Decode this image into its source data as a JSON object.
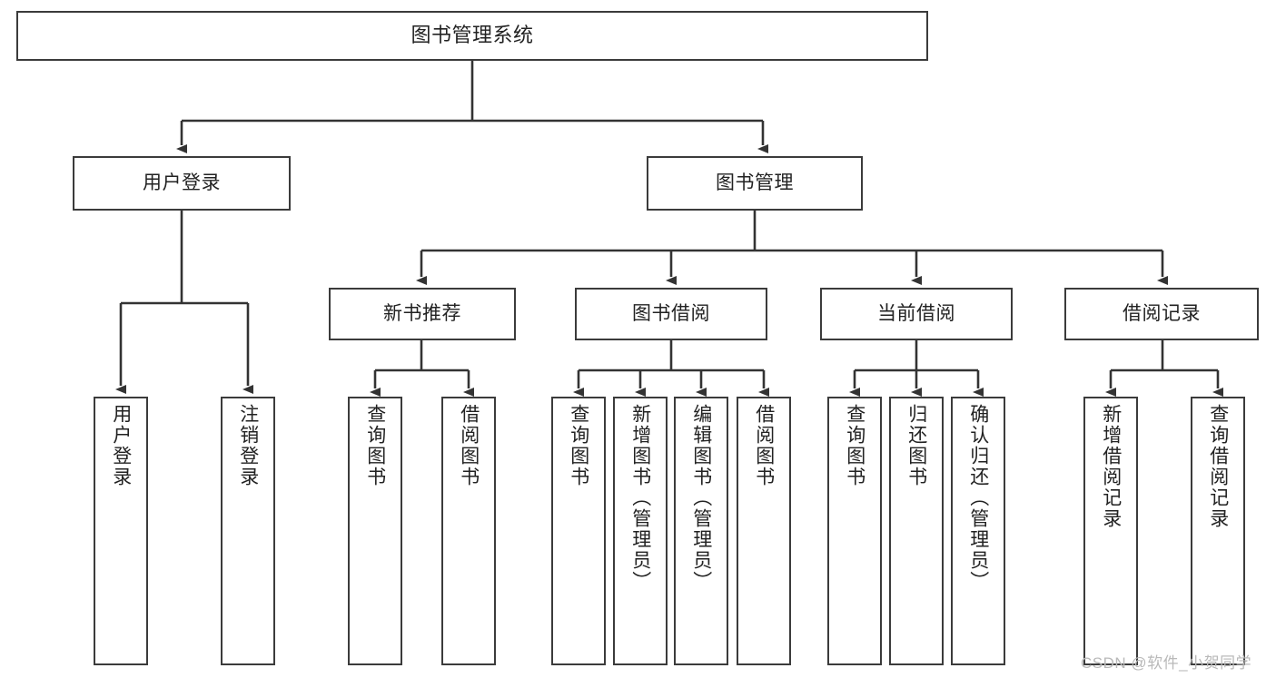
{
  "diagram": {
    "type": "tree-hierarchy-chart",
    "title": "图书管理系统",
    "watermark": "CSDN @软件_小贺同学",
    "colors": {
      "box_border": "#3b3b3b",
      "box_fill": "#ffffff",
      "edge": "#333333",
      "text": "#222222",
      "watermark": "#b9b9b9",
      "background": "#ffffff"
    },
    "levels": {
      "level0": [
        {
          "id": "root",
          "label": "图书管理系统",
          "orientation": "horizontal"
        }
      ],
      "level1": [
        {
          "id": "user-login",
          "label": "用户登录",
          "orientation": "horizontal"
        },
        {
          "id": "book-manage",
          "label": "图书管理",
          "orientation": "horizontal"
        }
      ],
      "level2": [
        {
          "id": "new-book-rec",
          "label": "新书推荐",
          "orientation": "horizontal"
        },
        {
          "id": "book-borrow",
          "label": "图书借阅",
          "orientation": "horizontal"
        },
        {
          "id": "current-borrow",
          "label": "当前借阅",
          "orientation": "horizontal"
        },
        {
          "id": "borrow-record",
          "label": "借阅记录",
          "orientation": "horizontal"
        }
      ],
      "level3": [
        {
          "id": "leaf-user-login",
          "label": "用户登录",
          "parent": "user-login",
          "orientation": "vertical"
        },
        {
          "id": "leaf-logout",
          "label": "注销登录",
          "parent": "user-login",
          "orientation": "vertical"
        },
        {
          "id": "leaf-query-book-1",
          "label": "查询图书",
          "parent": "new-book-rec",
          "orientation": "vertical"
        },
        {
          "id": "leaf-borrow-book-1",
          "label": "借阅图书",
          "parent": "new-book-rec",
          "orientation": "vertical"
        },
        {
          "id": "leaf-query-book-2",
          "label": "查询图书",
          "parent": "book-borrow",
          "orientation": "vertical"
        },
        {
          "id": "leaf-add-book",
          "label": "新增图书（管理员）",
          "parent": "book-borrow",
          "orientation": "vertical"
        },
        {
          "id": "leaf-edit-book",
          "label": "编辑图书（管理员）",
          "parent": "book-borrow",
          "orientation": "vertical"
        },
        {
          "id": "leaf-borrow-book-2",
          "label": "借阅图书",
          "parent": "book-borrow",
          "orientation": "vertical"
        },
        {
          "id": "leaf-query-book-3",
          "label": "查询图书",
          "parent": "current-borrow",
          "orientation": "vertical"
        },
        {
          "id": "leaf-return-book",
          "label": "归还图书",
          "parent": "current-borrow",
          "orientation": "vertical"
        },
        {
          "id": "leaf-confirm-return",
          "label": "确认归还（管理员）",
          "parent": "current-borrow",
          "orientation": "vertical"
        },
        {
          "id": "leaf-add-record",
          "label": "新增借阅记录",
          "parent": "borrow-record",
          "orientation": "vertical"
        },
        {
          "id": "leaf-query-record",
          "label": "查询借阅记录",
          "parent": "borrow-record",
          "orientation": "vertical"
        }
      ]
    }
  }
}
